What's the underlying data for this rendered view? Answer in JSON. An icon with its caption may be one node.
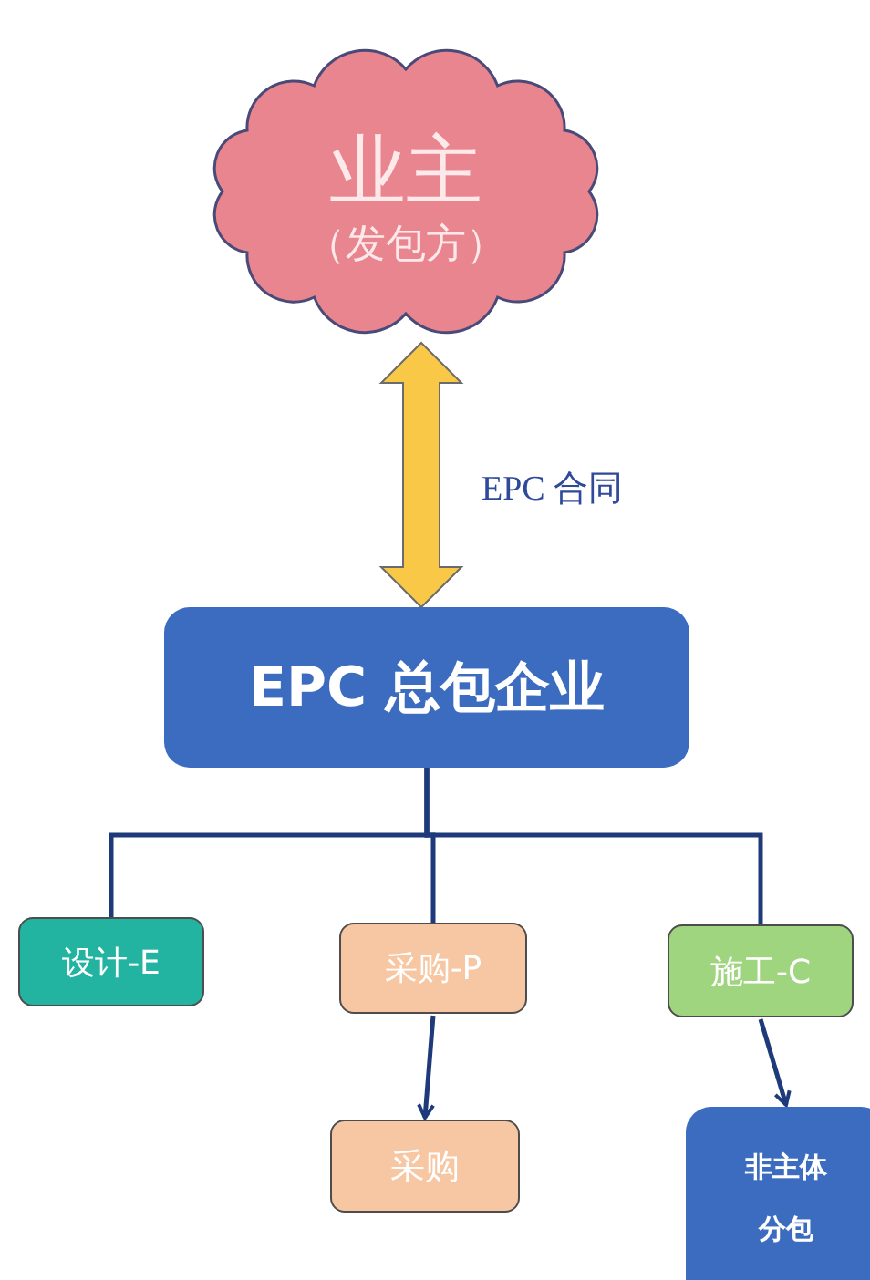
{
  "diagram": {
    "nodes": [
      {
        "text": [
          "业主",
          "（发包方）"
        ]
      },
      {
        "text": [
          "EPC 总包企业"
        ]
      },
      {
        "text": [
          "设计-E"
        ]
      },
      {
        "text": [
          "采购-P"
        ]
      },
      {
        "text": [
          "施工-C"
        ]
      },
      {
        "text": [
          "采购"
        ]
      },
      {
        "text": [
          "非主体分包"
        ]
      }
    ],
    "edges": [
      {
        "from": 0,
        "to": 1,
        "arrow": "both",
        "label": "EPC 合同",
        "style": "thick",
        "color": "#f8c846"
      },
      {
        "from": 1,
        "to": 2,
        "arrow": "none"
      },
      {
        "from": 1,
        "to": 3,
        "arrow": "none"
      },
      {
        "from": 1,
        "to": 4,
        "arrow": "none"
      },
      {
        "from": 3,
        "to": 5,
        "arrow": "to"
      },
      {
        "from": 4,
        "to": 6,
        "arrow": "to"
      }
    ]
  }
}
